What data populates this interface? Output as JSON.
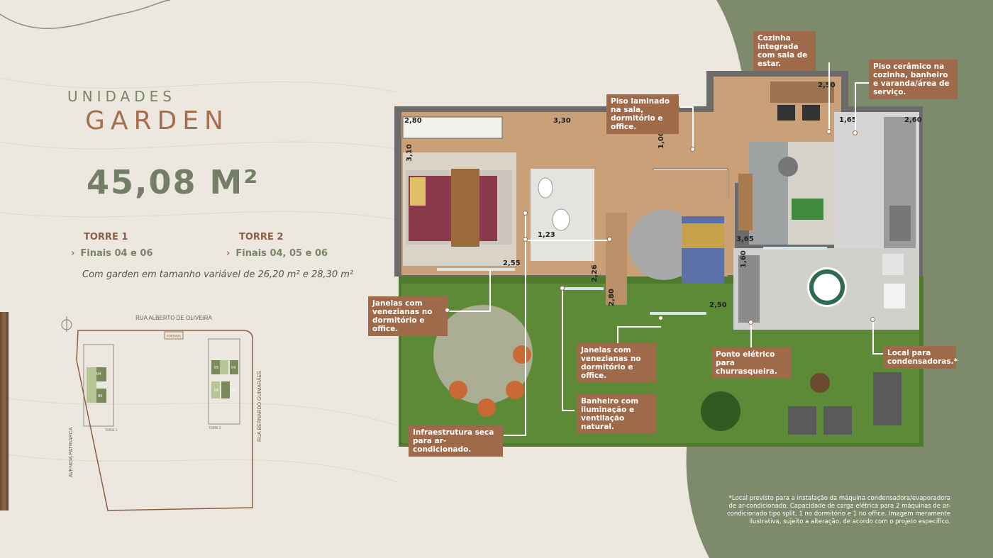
{
  "header": {
    "subtitle": "UNIDADES",
    "title": "GARDEN",
    "area": "45,08 M²"
  },
  "towers": [
    {
      "name": "TORRE 1",
      "units": "Finais 04 e 06"
    },
    {
      "name": "TORRE 2",
      "units": "Finais 04, 05 e 06"
    }
  ],
  "garden_note": "Com garden em tamanho variável de 26,20 m² e 28,30 m²",
  "sitemap": {
    "street_top": "RUA ALBERTO DE OLIVEIRA",
    "street_left": "AVENIDA PATRIARCA",
    "street_right": "RUA BERNARDO GUIMARÃES",
    "portaria": "PORTARIA",
    "torre1_label": "TORRE 1",
    "torre2_label": "TORRE 2",
    "t1_units": [
      "04",
      "06"
    ],
    "t2_units": [
      "05",
      "04",
      "06",
      "04"
    ]
  },
  "callouts": {
    "cozinha": "Cozinha integrada com sala de estar.",
    "piso_laminado": "Piso laminado na sala, dormitório e office.",
    "piso_ceramico": "Piso cerâmico na cozinha, banheiro e varanda/área de serviço.",
    "janelas1": "Janelas com venezianas no dormitório e office.",
    "janelas2": "Janelas com venezianas no dormitório e office.",
    "ponto_eletrico": "Ponto elétrico para churrasqueira.",
    "condensadoras": "Local para condensadoras.*",
    "banheiro": "Banheiro com iluminação e ventilação natural.",
    "infra": "Infraestrutura seca para ar-condicionado."
  },
  "dimensions": [
    "2,80",
    "3,30",
    "2,50",
    "1,65",
    "2,60",
    "3,10",
    "1,00",
    "1,23",
    "2,55",
    "2,26",
    "2,80",
    "3,65",
    "1,60",
    "2,50"
  ],
  "footnote": "*Local previsto para a instalação da máquina condensadora/evaporadora de ar-condicionado. Capacidade de carga elétrica para 2 máquinas de ar-condicionado tipo split, 1 no dormitório e 1 no office. Imagem meramente ilustrativa, sujeito a alteração, de acordo com o projeto específico.",
  "colors": {
    "accent": "#9e6a4a",
    "olive": "#747e66",
    "green_panel": "#7d8a6c",
    "background": "#ece8df"
  }
}
